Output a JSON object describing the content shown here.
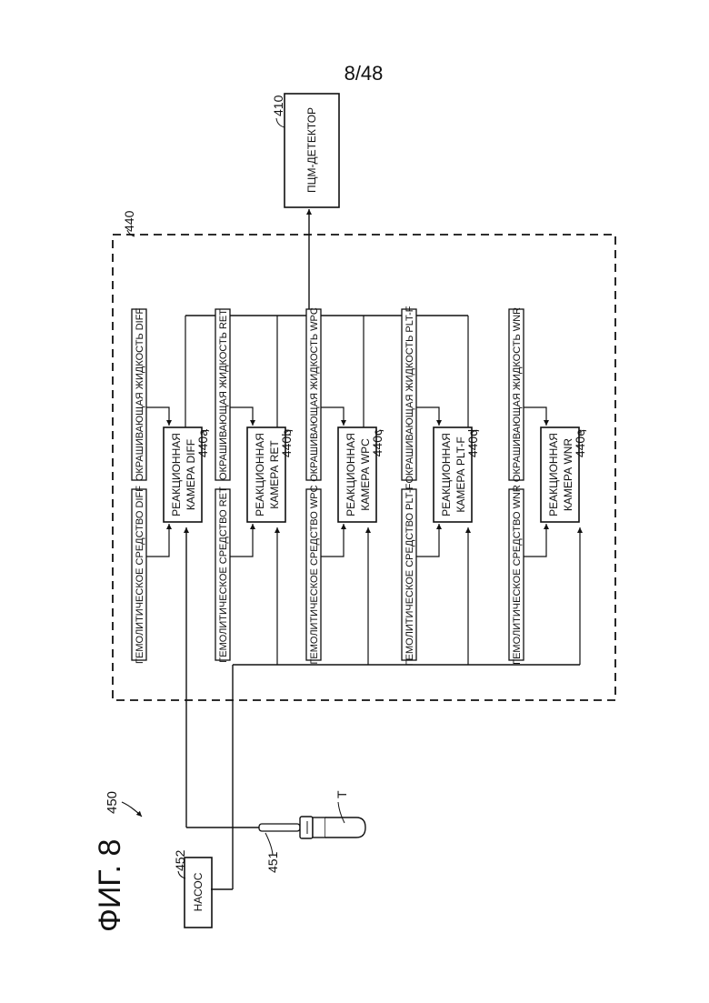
{
  "page_number": "8/48",
  "figure_label": "ФИГ. 8",
  "refs": {
    "device": "450",
    "sample_module": "440",
    "detector": "410",
    "pump": "452",
    "nozzle": "451",
    "tube": "T"
  },
  "detector_label": "ПЦМ-ДЕТЕКТОР",
  "pump_label": "НАСОС",
  "chambers": [
    {
      "ref": "440a",
      "line1": "РЕАКЦИОННАЯ",
      "line2": "КАМЕРА DIFF",
      "hemolytic": "ГЕМОЛИТИЧЕСКОЕ СРЕДСТВО DIFF",
      "stain": "ОКРАШИВАЮЩАЯ ЖИДКОСТЬ DIFF"
    },
    {
      "ref": "440b",
      "line1": "РЕАКЦИОННАЯ",
      "line2": "КАМЕРА RET",
      "hemolytic": "ГЕМОЛИТИЧЕСКОЕ СРЕДСТВО RET",
      "stain": "ОКРАШИВАЮЩАЯ ЖИДКОСТЬ RET"
    },
    {
      "ref": "440c",
      "line1": "РЕАКЦИОННАЯ",
      "line2": "КАМЕРА WPC",
      "hemolytic": "ГЕМОЛИТИЧЕСКОЕ СРЕДСТВО WPC",
      "stain": "ОКРАШИВАЮЩАЯ ЖИДКОСТЬ WPC"
    },
    {
      "ref": "440d",
      "line1": "РЕАКЦИОННАЯ",
      "line2": "КАМЕРА PLT-F",
      "hemolytic": "ГЕМОЛИТИЧЕСКОЕ СРЕДСТВО PLT-F",
      "stain": "ОКРАШИВАЮЩАЯ ЖИДКОСТЬ PLT-F"
    },
    {
      "ref": "440e",
      "line1": "РЕАКЦИОННАЯ",
      "line2": "КАМЕРА WNR",
      "hemolytic": "ГЕМОЛИТИЧЕСКОЕ СРЕДСТВО WNR",
      "stain": "ОКРАШИВАЮЩАЯ ЖИДКОСТЬ WNR"
    }
  ]
}
